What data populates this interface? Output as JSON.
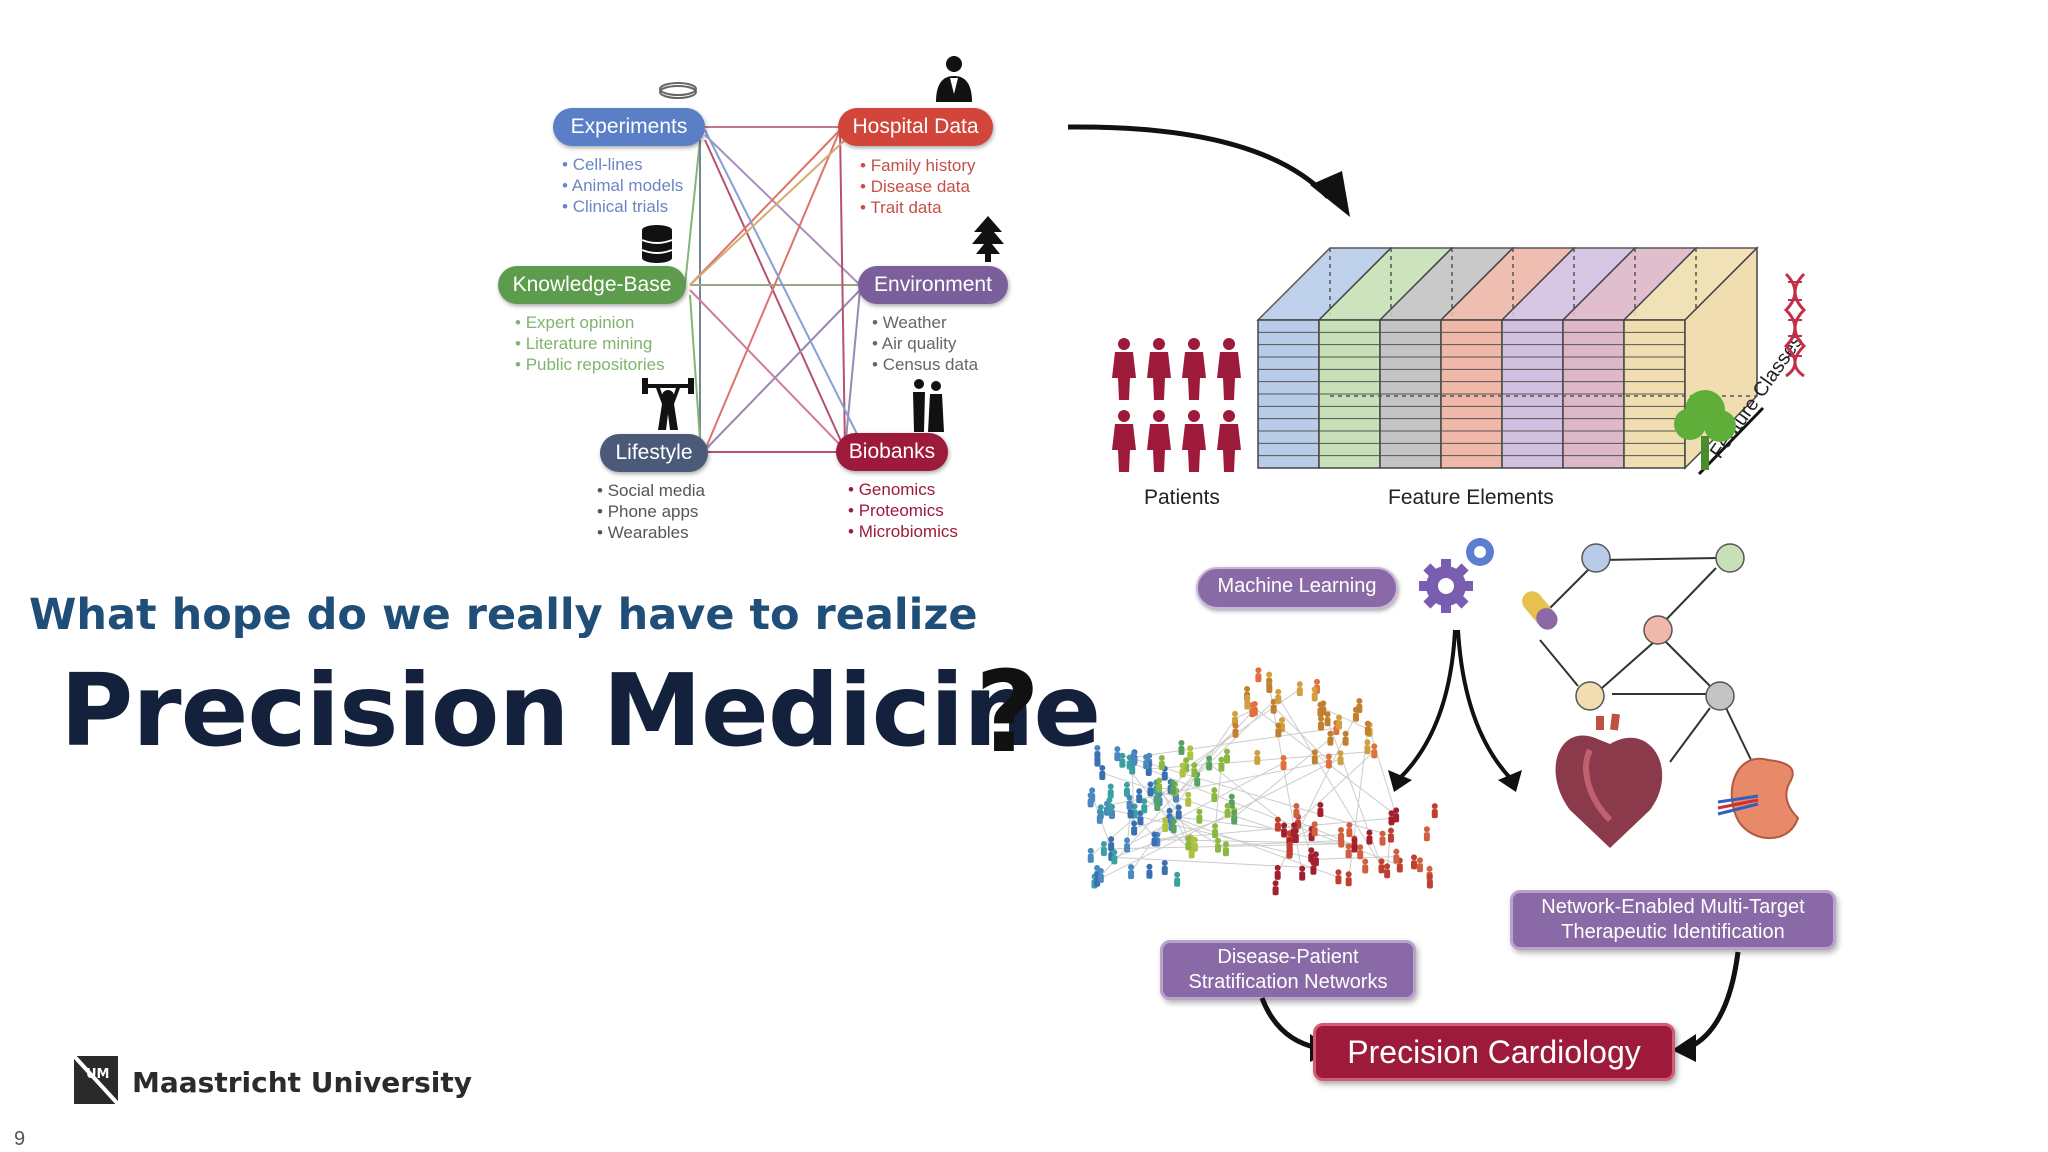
{
  "slide": {
    "subtitle": "What hope do we really have to realize",
    "title": "Precision Medicine",
    "question_mark": "?",
    "page_number": "9"
  },
  "logo": {
    "text": "Maastricht University",
    "monogram": "UM",
    "icon": "maastricht-logo-icon"
  },
  "sources": {
    "experiments": {
      "label": "Experiments",
      "items": [
        "Cell-lines",
        "Animal models",
        "Clinical trials"
      ],
      "color": "#5b7fc7",
      "icon": "petri-dish-icon"
    },
    "hospital_data": {
      "label": "Hospital Data",
      "items": [
        "Family history",
        "Disease data",
        "Trait data"
      ],
      "color": "#d1453b",
      "icon": "doctor-icon"
    },
    "knowledge_base": {
      "label": "Knowledge-Base",
      "items": [
        "Expert opinion",
        "Literature mining",
        "Public repositories"
      ],
      "color": "#5d9c4c",
      "icon": "database-icon"
    },
    "environment": {
      "label": "Environment",
      "items": [
        "Weather",
        "Air quality",
        "Census data"
      ],
      "color": "#7a5f9a",
      "icon": "tree-icon"
    },
    "lifestyle": {
      "label": "Lifestyle",
      "items": [
        "Social media",
        "Phone apps",
        "Wearables"
      ],
      "color": "#4a5a78",
      "icon": "weightlifter-icon"
    },
    "biobanks": {
      "label": "Biobanks",
      "items": [
        "Genomics",
        "Proteomics",
        "Microbiomics"
      ],
      "color": "#9e1a3a",
      "icon": "couple-icon"
    }
  },
  "tensor": {
    "patients_label": "Patients",
    "features_label": "Feature Elements",
    "classes_label": "Feature Classes",
    "slab_colors": [
      "#b8cbe8",
      "#c7e0b8",
      "#c4c4c4",
      "#efb8a8",
      "#d2c0e0",
      "#deb7c8",
      "#f0deb0"
    ]
  },
  "ml": {
    "label": "Machine Learning",
    "stratification_label_1": "Disease-Patient",
    "stratification_label_2": "Stratification Networks",
    "network_label_1": "Network-Enabled Multi-Target",
    "network_label_2": "Therapeutic Identification",
    "outcome_label": "Precision Cardiology"
  },
  "colors": {
    "title": "#14213d",
    "subtitle": "#1f4e79",
    "purple_box": "#8a6aa6",
    "outcome": "#9e1a3a",
    "patient": "#9e1a3a"
  }
}
